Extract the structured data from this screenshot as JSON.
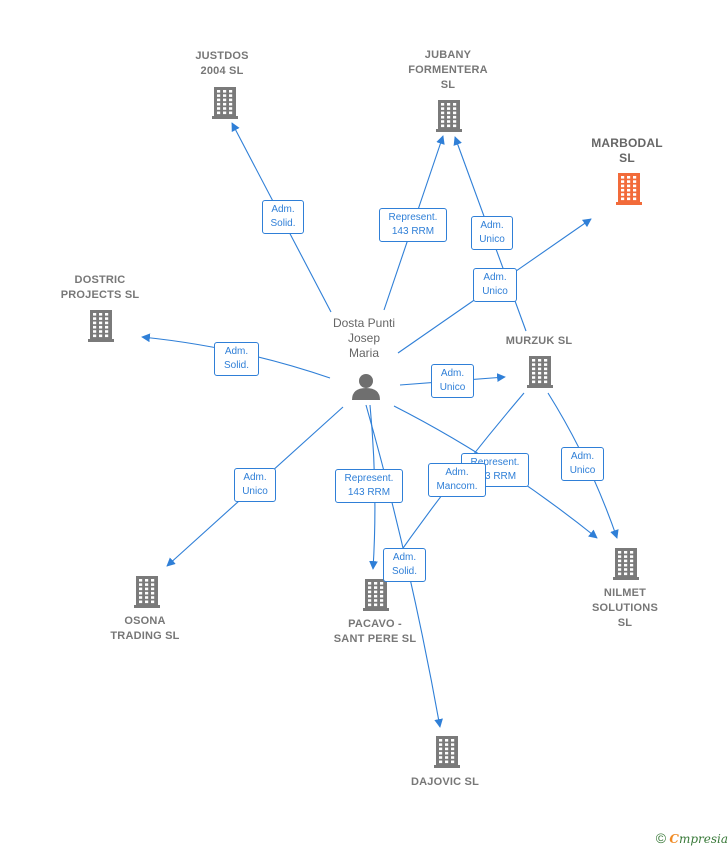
{
  "colors": {
    "edge": "#2f7fd7",
    "building": "#7a7a7a",
    "highlight": "#f26b3a",
    "person": "#6f6f6f"
  },
  "person": {
    "label": "Dosta Punti\nJosep\nMaria",
    "icon": "person-icon"
  },
  "companies": {
    "justdos": {
      "label": "JUSTDOS\n2004 SL",
      "icon": "building-icon"
    },
    "jubany": {
      "label": "JUBANY\nFORMENTERA\nSL",
      "icon": "building-icon"
    },
    "marbodal": {
      "label": "MARBODAL\nSL",
      "icon": "building-icon",
      "highlight": true
    },
    "dostric": {
      "label": "DOSTRIC\nPROJECTS  SL",
      "icon": "building-icon"
    },
    "murzuk": {
      "label": "MURZUK SL",
      "icon": "building-icon"
    },
    "osona": {
      "label": "OSONA\nTRADING SL",
      "icon": "building-icon"
    },
    "pacavo": {
      "label": "PACAVO -\nSANT PERE  SL",
      "icon": "building-icon"
    },
    "nilmet": {
      "label": "NILMET\nSOLUTIONS\nSL",
      "icon": "building-icon"
    },
    "dajovic": {
      "label": "DAJOVIC  SL",
      "icon": "building-icon"
    }
  },
  "relations": [
    {
      "id": "e1",
      "from": "person",
      "to": "justdos",
      "label": "Adm.\nSolid."
    },
    {
      "id": "e2",
      "from": "person",
      "to": "jubany",
      "label": "Represent.\n143 RRM"
    },
    {
      "id": "e3",
      "from": "murzuk",
      "to": "jubany",
      "label": "Adm.\nUnico"
    },
    {
      "id": "e4",
      "from": "person",
      "to": "marbodal",
      "label": "Adm.\nUnico"
    },
    {
      "id": "e5",
      "from": "person",
      "to": "dostric",
      "label": "Adm.\nSolid."
    },
    {
      "id": "e6",
      "from": "person",
      "to": "murzuk",
      "label": "Adm.\nUnico"
    },
    {
      "id": "e7",
      "from": "person",
      "to": "nilmet",
      "label": "Represent.\n143 RRM"
    },
    {
      "id": "e8",
      "from": "murzuk",
      "to": "nilmet",
      "label": "Adm.\nUnico"
    },
    {
      "id": "e9",
      "from": "murzuk",
      "to": "pacavo",
      "label": "Adm.\nMancom."
    },
    {
      "id": "e10",
      "from": "person",
      "to": "osona",
      "label": "Adm.\nUnico"
    },
    {
      "id": "e11",
      "from": "person",
      "to": "pacavo",
      "label": "Represent.\n143 RRM"
    },
    {
      "id": "e12",
      "from": "person",
      "to": "dajovic",
      "label": "Adm.\nSolid."
    }
  ],
  "footer": {
    "copyright": "©",
    "brand_first": "C",
    "brand_rest": "mpresia"
  }
}
